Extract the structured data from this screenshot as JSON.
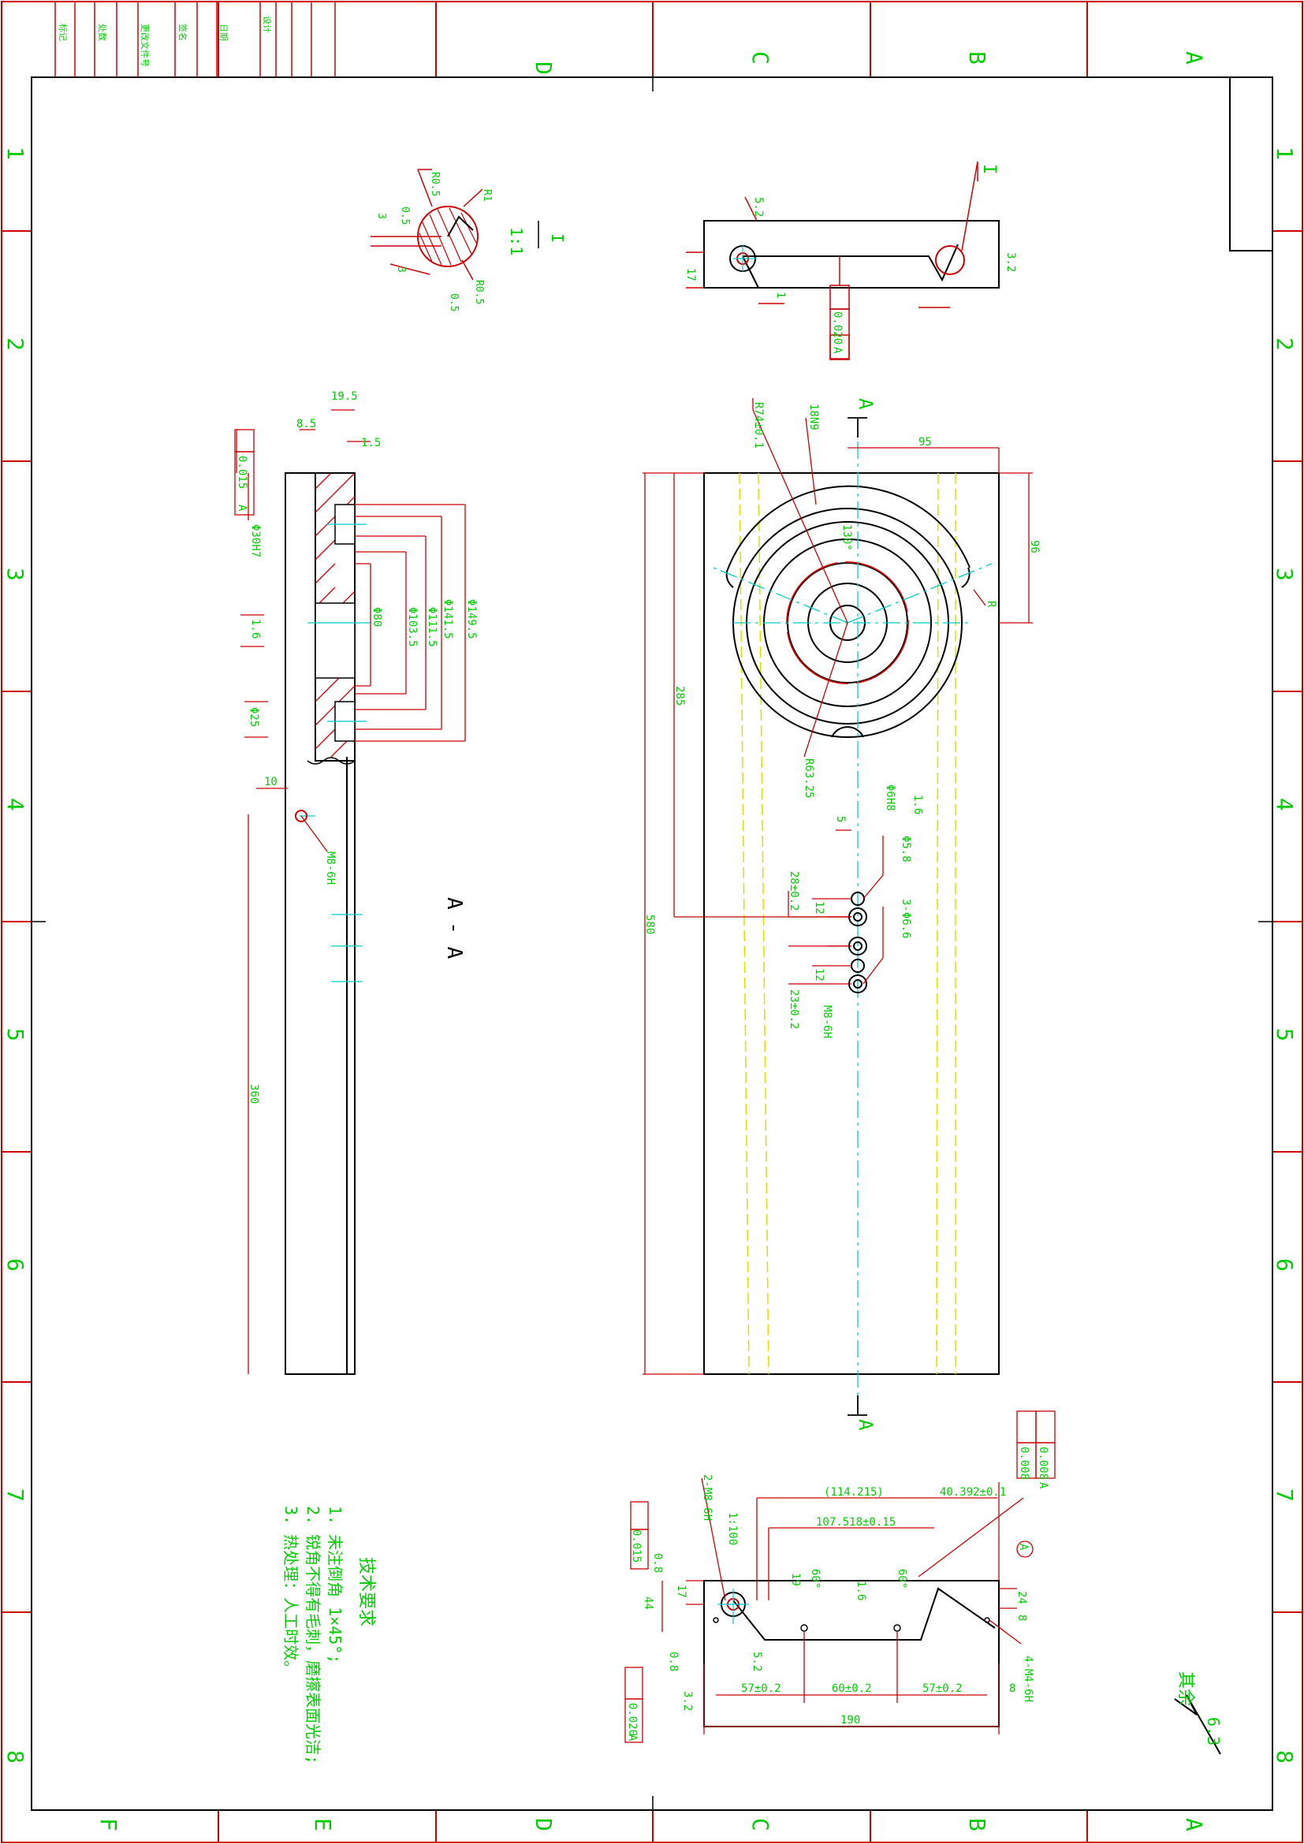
{
  "colors": {
    "frame": "#cc0000",
    "part": "#000000",
    "dim": "#00dd00",
    "center": "#00cccc",
    "hidden": "#dddd00",
    "hatch": "#cc0000",
    "background": "#ffffff"
  },
  "zones": {
    "columns": [
      "F",
      "E",
      "D",
      "C",
      "B",
      "A"
    ],
    "rows": [
      "1",
      "2",
      "3",
      "4",
      "5",
      "6",
      "7",
      "8"
    ]
  },
  "revision_block": {
    "labels": [
      "标记",
      "处数",
      "更改文件号",
      "签名",
      "日期",
      "设计"
    ]
  },
  "detail_I": {
    "title": "I",
    "scale": "1:1",
    "labels": [
      "R0.5",
      "R1",
      "R0.5",
      "0.5",
      "3",
      "3",
      "0.5"
    ]
  },
  "view_top": {
    "marker": "I",
    "dims": [
      "5.2",
      "17",
      "1",
      "0.020",
      "A",
      "3.2"
    ]
  },
  "view_section": {
    "title": "A - A",
    "dims": [
      "19.5",
      "8.5",
      "1.5",
      "0.015",
      "A",
      "Φ149.5",
      "Φ141.5",
      "Φ111.5",
      "Φ103.5",
      "Φ80",
      "Φ30H7",
      "1.6",
      "Φ25",
      "10",
      "M8-6H",
      "360"
    ]
  },
  "view_main": {
    "section_label": "A",
    "dims": [
      "R74±0.1",
      "18N9",
      "95",
      "96",
      "130°",
      "R",
      "285",
      "580",
      "R63.25",
      "1.6",
      "Φ6H8",
      "Φ5.8",
      "5",
      "28±0.2",
      "12",
      "12",
      "23±0.2",
      "3-Φ6.6",
      "M8-6H"
    ]
  },
  "view_bottom": {
    "dims": [
      "(114.215)",
      "40.392±0.1",
      "107.518±0.15",
      "1:100",
      "0.015",
      "2-M8-6H",
      "60°",
      "60°",
      "19",
      "1.6",
      "0.8",
      "17",
      "44",
      "5.2",
      "0.8",
      "3.2",
      "57±0.2",
      "60±0.2",
      "57±0.2",
      "8",
      "190",
      "0.020",
      "A",
      "24",
      "8",
      "4-M4-6H",
      "0.008",
      "0.008",
      "A",
      "A"
    ]
  },
  "notes": {
    "heading": "技术要求",
    "items": [
      "1. 未注倒角 1×45°;",
      "2. 锐角不得有毛刺，磨擦表面光洁;",
      "3. 热处理：人工时效。"
    ]
  },
  "roughness_default": {
    "label": "其余",
    "value": "6.3"
  }
}
